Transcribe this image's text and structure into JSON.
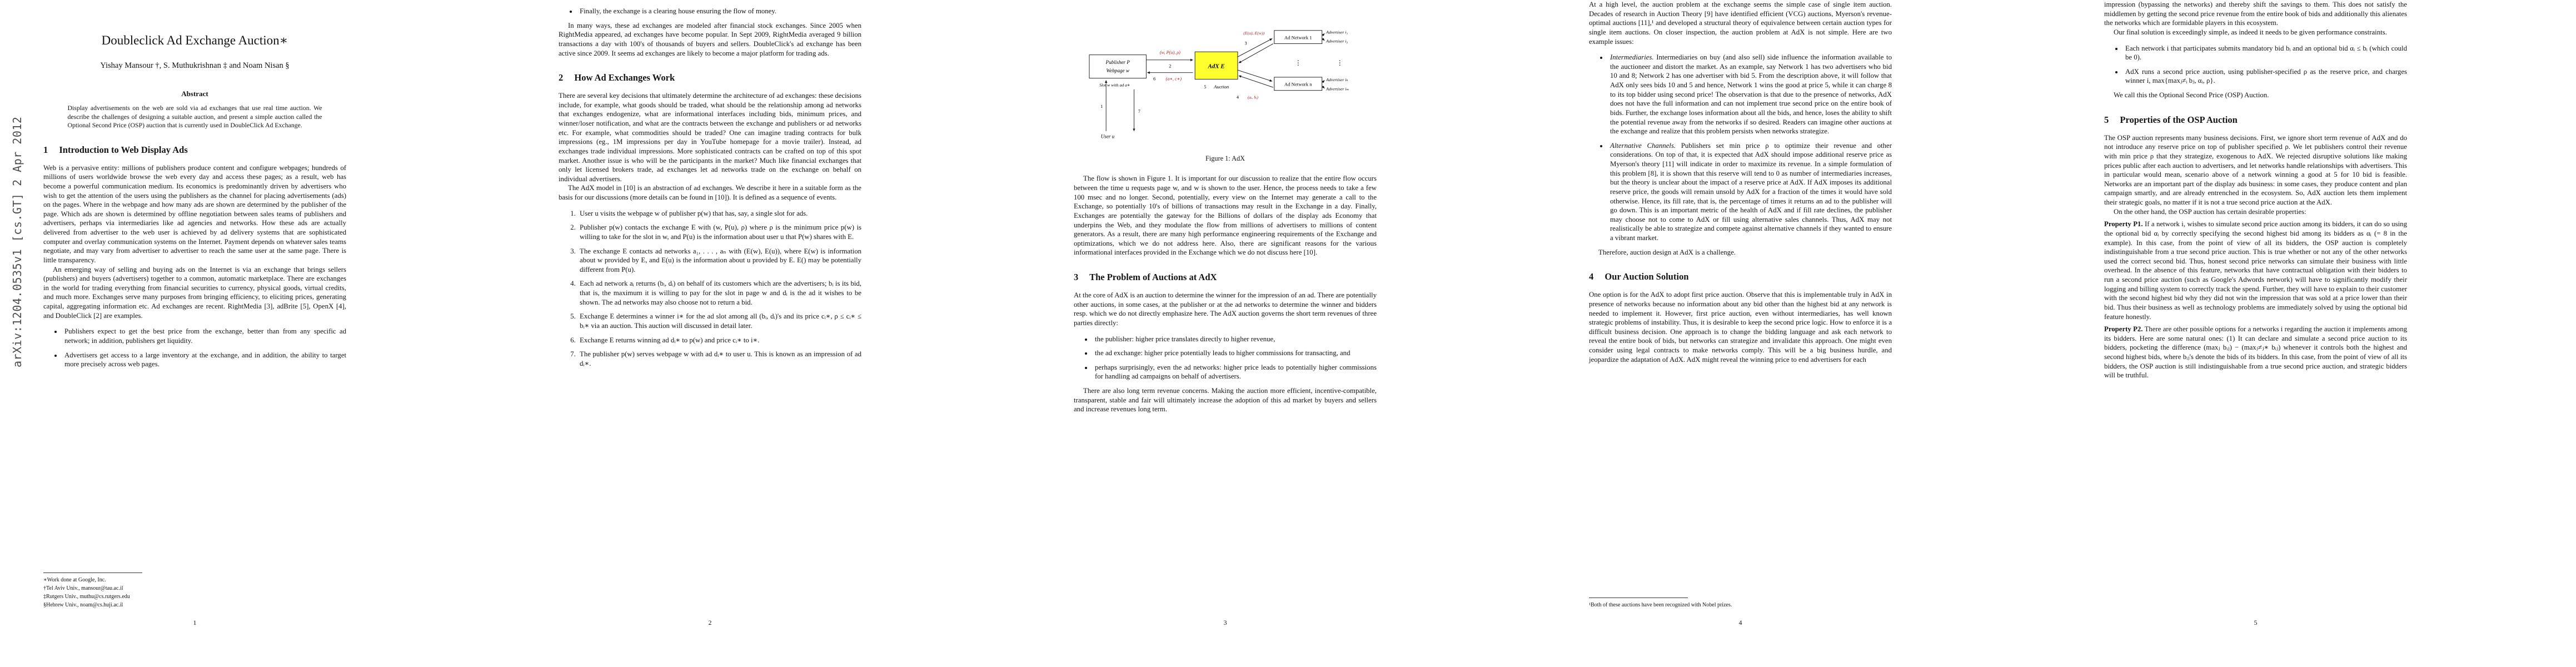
{
  "banner": {
    "arxiv_stamp": "arXiv:1204.0535v1  [cs.GT]  2 Apr 2012"
  },
  "pages": {
    "page1": {
      "title": "Doubleclick Ad Exchange Auction∗",
      "authors": "Yishay Mansour †,  S. Muthukrishnan ‡  and  Noam Nisan §",
      "abstract_heading": "Abstract",
      "abstract": "Display advertisements on the web are sold via ad exchanges that use real time auction. We describe the challenges of designing a suitable auction, and present a simple auction called the Optional Second Price (OSP) auction that is currently used in DoubleClick Ad Exchange.",
      "sec_num": "1",
      "sec_title": "Introduction to Web Display Ads",
      "para1": "Web is a pervasive entity: millions of publishers produce content and configure webpages; hundreds of millions of users worldwide browse the web every day and access these pages; as a result, web has become a powerful communication medium. Its economics is predominantly driven by advertisers who wish to get the attention of the users using the publishers as the channel for placing advertisements (ads) on the pages. Where in the webpage and how many ads are shown are determined by the publisher of the page. Which ads are shown is determined by offline negotiation between sales teams of publishers and advertisers, perhaps via intermediaries like ad agencies and networks. How these ads are actually delivered from advertiser to the web user is achieved by ad delivery systems that are sophisticated computer and overlay communication systems on the Internet. Payment depends on whatever sales teams negotiate, and may vary from advertiser to advertiser to reach the same user at the same page. There is little transparency.",
      "para2": "An emerging way of selling and buying ads on the Internet is via an exchange that brings sellers (publishers) and buyers (advertisers) together to a common, automatic marketplace. There are exchanges in the world for trading everything from financial securities to currency, physical goods, virtual credits, and much more. Exchanges serve many purposes from bringing efficiency, to eliciting prices, generating capital, aggregating information etc. Ad exchanges are recent. RightMedia [3], adBrite [5], OpenX [4], and DoubleClick [2] are examples.",
      "bullets": [
        "Publishers expect to get the best price from the exchange, better than from any specific ad network; in addition, publishers get liquidity.",
        "Advertisers get access to a large inventory at the exchange, and in addition, the ability to target more precisely across web pages."
      ],
      "footnotes": [
        "∗Work done at Google, Inc.",
        "†Tel Aviv Univ., mansour@tau.ac.il",
        "‡Rutgers Univ., muthu@cs.rutgers.edu",
        "§Hebrew Univ., noam@cs.huji.ac.il"
      ],
      "page_number": "1"
    },
    "page2": {
      "carry_bullet": "Finally, the exchange is a clearing house ensuring the flow of money.",
      "para1": "In many ways, these ad exchanges are modeled after financial stock exchanges. Since 2005 when RightMedia appeared, ad exchanges have become popular. In Sept 2009, RightMedia averaged 9 billion transactions a day with 100's of thousands of buyers and sellers. DoubleClick's ad exchange has been active since 2009. It seems ad exchanges are likely to become a major platform for trading ads.",
      "sec_num": "2",
      "sec_title": "How Ad Exchanges Work",
      "para2": "There are several key decisions that ultimately determine the architecture of ad exchanges: these decisions include, for example, what goods should be traded, what should be the relationship among ad networks that exchanges endogenize, what are informational interfaces including bids, minimum prices, and winner/loser notification, and what are the contracts between the exchange and publishers or ad networks etc. For example, what commodities should be traded? One can imagine trading contracts for bulk impressions (eg., 1M impressions per day in YouTube homepage for a movie trailer). Instead, ad exchanges trade individual impressions. More sophisticated contracts can be crafted on top of this spot market. Another issue is who will be the participants in the market? Much like financial exchanges that only let licensed brokers trade, ad exchanges let ad networks trade on the exchange on behalf on individual advertisers.",
      "para3": "The AdX model in [10] is an abstraction of ad exchanges. We describe it here in a suitable form as the basis for our discussions (more details can be found in [10]). It is defined as a sequence of events.",
      "list": [
        "User u visits the webpage w of publisher p(w) that has, say, a single slot for ads.",
        "Publisher p(w) contacts the exchange E with (w, P(u), ρ) where ρ is the minimum price p(w) is willing to take for the slot in w, and P(u) is the information about user u that P(w) shares with E.",
        "The exchange E contacts ad networks a₁, . . . , aₙ with (E(w), E(u)), where E(w) is information about w provided by E, and E(u) is the information about u provided by E. E() may be potentially different from P(u).",
        "Each ad network aᵢ returns (bᵢ, dᵢ) on behalf of its customers which are the advertisers; bᵢ is its bid, that is, the maximum it is willing to pay for the slot in page w and dᵢ is the ad it wishes to be shown. The ad networks may also choose not to return a bid.",
        "Exchange E determines a winner i∗ for the ad slot among all (bᵢ, dᵢ)'s and its price cᵢ∗, ρ ≤ cᵢ∗ ≤ bᵢ∗ via an auction. This auction will discussed in detail later.",
        "Exchange E returns winning ad dᵢ∗ to p(w) and price cᵢ∗ to i∗.",
        "The publisher p(w) serves webpage w with ad dᵢ∗ to user u. This is known as an impression of ad dᵢ∗."
      ],
      "page_number": "2"
    },
    "page3": {
      "figure": {
        "publisher_line1": "Publisher P",
        "publisher_line2": "Webpage w",
        "slot_note": "Slot w with ad a∗",
        "user": "User u",
        "adx": "AdX E",
        "auction_step": "5",
        "auction_label": "Auction",
        "network1": "Ad Network 1",
        "dots": "⋮",
        "networkn": "Ad Network n",
        "dots2": "⋮",
        "adv1": "Advertiser i₁",
        "adv2": "Advertiser i₂",
        "adv3": "Advertiser iₖ",
        "adv4": "Advertiser iₘ",
        "lbl_pub_adx": "(w, P(u), ρ)",
        "lbl_adx_pub": "(a∗, c∗)",
        "lbl_adx_net": "(E(u), E(w))",
        "lbl_net_adx": "(aᵢ, bᵢ)",
        "step1": "1",
        "step2": "2",
        "step3": "3",
        "step4": "4",
        "step6": "6",
        "step7": "7"
      },
      "caption": "Figure 1: AdX",
      "para1": "The flow is shown in Figure 1. It is important for our discussion to realize that the entire flow occurs between the time u requests page w, and w is shown to the user. Hence, the process needs to take a few 100 msec and no longer. Second, potentially, every view on the Internet may generate a call to the Exchange, so potentially 10's of billions of transactions may result in the Exchange in a day. Finally, Exchanges are potentially the gateway for the Billions of dollars of the display ads Economy that underpins the Web, and they modulate the flow from millions of advertisers to millions of content generators. As a result, there are many high performance engineering requirements of the Exchange and optimizations, which we do not address here. Also, there are significant reasons for the various informational interfaces provided in the Exchange which we do not discuss here [10].",
      "sec_num": "3",
      "sec_title": "The Problem of Auctions at AdX",
      "para2": "At the core of AdX is an auction to determine the winner for the impression of an ad. There are potentially other auctions, in some cases, at the publisher or at the ad networks to determine the winner and bidders resp. which we do not directly emphasize here. The AdX auction governs the short term revenues of three parties directly:",
      "bullets": [
        "the publisher: higher price translates directly to higher revenue,",
        "the ad exchange: higher price potentially leads to higher commissions for transacting, and",
        "perhaps surprisingly, even the ad networks: higher price leads to potentially higher commissions for handling ad campaigns on behalf of advertisers."
      ],
      "para3": "There are also long term revenue concerns. Making the auction more efficient, incentive-compatible, transparent, stable and fair will ultimately increase the adoption of this ad market by buyers and sellers and increase revenues long term.",
      "page_number": "3"
    },
    "page4": {
      "para1": "At a high level, the auction problem at the exchange seems the simple case of single item auction. Decades of research in Auction Theory [9] have identified efficient (VCG) auctions, Myerson's revenue-optimal auctions [11],¹ and developed a structural theory of equivalence between certain auction types for single item auctions. On closer inspection, the auction problem at AdX is not simple. Here are two example issues:",
      "bullet1_lead": "Intermediaries.",
      "bullet1_text": "Intermediaries on buy (and also sell) side influence the information available to the auctioneer and distort the market. As an example, say Network 1 has two advertisers who bid 10 and 8; Network 2 has one advertiser with bid 5. From the description above, it will follow that AdX only sees bids 10 and 5 and hence, Network 1 wins the good at price 5, while it can charge 8 to its top bidder using second price! The observation is that due to the presence of networks, AdX does not have the full information and can not implement true second price on the entire book of bids. Further, the exchange loses information about all the bids, and hence, loses the ability to shift the potential revenue away from the networks if so desired. Readers can imagine other auctions at the exchange and realize that this problem persists when networks strategize.",
      "bullet2_lead": "Alternative Channels.",
      "bullet2_text": "Publishers set min price ρ to optimize their revenue and other considerations. On top of that, it is expected that AdX should impose additional reserve price as Myerson's theory [11] will indicate in order to maximize its revenue. In a simple formulation of this problem [8], it is shown that this reserve will tend to 0 as number of intermediaries increases, but the theory is unclear about the impact of a reserve price at AdX. If AdX imposes its additional reserve price, the goods will remain unsold by AdX for a fraction of the times it would have sold otherwise. Hence, its fill rate, that is, the percentage of times it returns an ad to the publisher will go down. This is an important metric of the health of AdX and if fill rate declines, the publisher may choose not to come to AdX or fill using alternative sales channels. Thus, AdX may not realistically be able to strategize and compete against alternative channels if they wanted to ensure a vibrant market.",
      "para2": "Therefore, auction design at AdX is a challenge.",
      "sec_num": "4",
      "sec_title": "Our Auction Solution",
      "para3": "One option is for the AdX to adopt first price auction. Observe that this is implementable truly in AdX in presence of networks because no information about any bid other than the highest bid at any network is needed to implement it. However, first price auction, even without intermediaries, has well known strategic problems of instability. Thus, it is desirable to keep the second price logic. How to enforce it is a difficult business decision. One approach is to change the bidding language and ask each network to reveal the entire book of bids, but networks can strategize and invalidate this approach. One might even consider using legal contracts to make networks comply. This will be a big business hurdle, and jeopardize the adaptation of AdX. AdX might reveal the winning price to end advertisers for each",
      "footnote": "¹Both of these auctions have been recognized with Nobel prizes.",
      "page_number": "4"
    },
    "page5": {
      "para1": "impression (bypassing the networks) and thereby shift the savings to them. This does not satisfy the middlemen by getting the second price revenue from the entire book of bids and additionally this alienates the networks which are formidable players in this ecosystem.",
      "para1b": "Our final solution is exceedingly simple, as indeed it needs to be given performance constraints.",
      "bullets": [
        "Each network i that participates submits mandatory bid bᵢ and an optional bid αᵢ ≤ bᵢ (which could be 0).",
        "AdX runs a second price auction, using publisher-specified ρ as the reserve price, and charges winner i, max{maxⱼ≠ᵢ bⱼ, αᵢ, ρ}."
      ],
      "para2": "We call this the Optional Second Price (OSP) Auction.",
      "sec_num": "5",
      "sec_title": "Properties of the OSP Auction",
      "para3": "The OSP auction represents many business decisions. First, we ignore short term revenue of AdX and do not introduce any reserve price on top of publisher specified ρ. We let publishers control their revenue with min price ρ that they strategize, exogenous to AdX. We rejected disruptive solutions like making prices public after each auction to advertisers, and let networks handle relationships with advertisers. This in particular would mean, scenario above of a network winning a good at 5 for 10 bid is feasible. Networks are an important part of the display ads business: in some cases, they produce content and plan campaign smartly, and are already entrenched in the ecosystem. So, AdX auction lets them implement their strategic goals, no matter if it is not a true second price auction at the AdX.",
      "para4": "On the other hand, the OSP auction has certain desirable properties:",
      "prop1_lead": "Property P1.",
      "prop1": "If a network i, wishes to simulate second price auction among its bidders, it can do so using the optional bid αᵢ by correctly specifying the second highest bid among its bidders as αᵢ (= 8 in the example). In this case, from the point of view of all its bidders, the OSP auction is completely indistinguishable from a true second price auction. This is true whether or not any of the other networks used the correct second bid. Thus, honest second price networks can simulate their business with little overhead. In the absence of this feature, networks that have contractual obligation with their bidders to run a second price auction (such as Google's Adwords network) will have to significantly modify their logging and billing system to correctly track the spend. Further, they will have to explain to their customer with the second highest bid why they did not win the impression that was sold at a price lower than their bid. Thus their business as well as technology problems are immediately solved by using the optional bid feature honestly.",
      "prop2_lead": "Property P2.",
      "prop2": "There are other possible options for a networks i regarding the auction it implements among its bidders. Here are some natural ones: (1) It can declare and simulate a second price auction to its bidders, pocketing the difference (maxⱼ bᵢⱼ) − (maxⱼ≠ⱼ∗ bᵢⱼ) whenever it controls both the highest and second highest bids, where bᵢⱼ's denote the bids of its bidders. In this case, from the point of view of all its bidders, the OSP auction is still indistinguishable from a true second price auction, and strategic bidders will be truthful.",
      "page_number": "5"
    }
  }
}
